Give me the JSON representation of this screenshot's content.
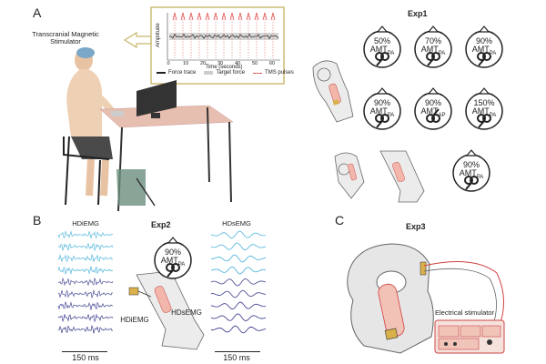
{
  "panels": {
    "a": "A",
    "b": "B",
    "c": "C"
  },
  "panel_a": {
    "stimulator_label": "Transcranial Magnetic Stimulator",
    "inset": {
      "y_axis_label": "Amplitude",
      "x_axis_label": "Time (seconds)",
      "x_ticks": [
        "0",
        "10",
        "20",
        "30",
        "40",
        "50",
        "60"
      ],
      "legend": {
        "force_trace": "Force trace",
        "target_force": "Target force",
        "tms_pulses": "TMS pulses"
      },
      "colors": {
        "force_trace": "#222222",
        "target_force": "#bbbbbb",
        "tms_pulses": "#e05050",
        "frame": "#c9b86b"
      }
    },
    "exp_title": "Exp1",
    "heads": [
      {
        "pct": "50%",
        "amt": "AMT",
        "sub": "PA"
      },
      {
        "pct": "70%",
        "amt": "AMT",
        "sub": "PA"
      },
      {
        "pct": "90%",
        "amt": "AMT",
        "sub": "PA"
      },
      {
        "pct": "90%",
        "amt": "AMT",
        "sub": "PA"
      },
      {
        "pct": "90%",
        "amt": "AMT",
        "sub": "AP"
      },
      {
        "pct": "150%",
        "amt": "AMT",
        "sub": "PA"
      },
      {
        "pct": "90%",
        "amt": "AMT",
        "sub": "PA"
      }
    ]
  },
  "panel_b": {
    "exp_title": "Exp2",
    "hdiemg_label": "HDiEMG",
    "hdsemg_label": "HDsEMG",
    "hdsemg_leg_label": "HDsEMG",
    "hdiemg_leg_label": "HDiEMG",
    "head": {
      "pct": "90%",
      "amt": "AMT",
      "sub": "PA"
    },
    "scale_left": "150 ms",
    "scale_right": "150 ms",
    "colors": {
      "emg_light": "#2ea7d6",
      "emg_dark": "#3f3f8f"
    }
  },
  "panel_c": {
    "exp_title": "Exp3",
    "stimulator_label": "Electrical stimulator",
    "colors": {
      "wire": "#d04040",
      "electrode": "#d9b04a"
    }
  }
}
